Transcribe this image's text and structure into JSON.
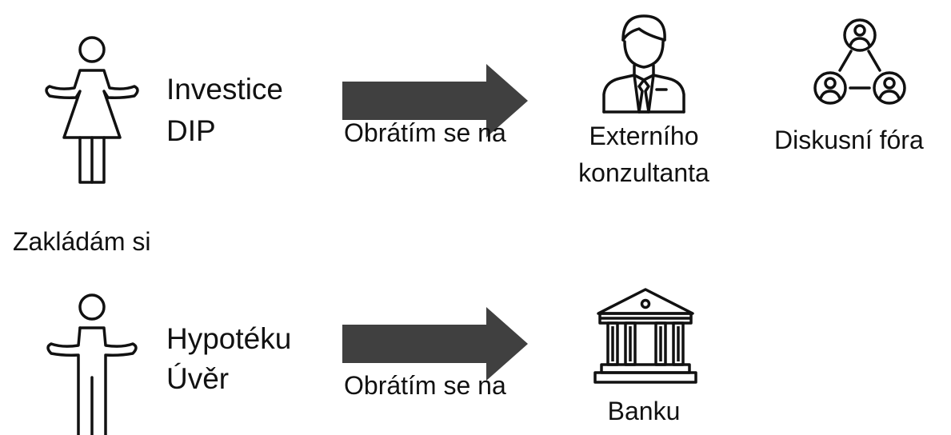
{
  "row1": {
    "topics": [
      "Investice",
      "DIP"
    ],
    "arrow_label": "Obrátím se na",
    "target1": [
      "Externího",
      "konzultanta"
    ],
    "target2": "Diskusní fóra"
  },
  "middle_label": "Zakládám si",
  "row2": {
    "topics": [
      "Hypotéku",
      "Úvěr"
    ],
    "arrow_label": "Obrátím se na",
    "target": "Banku"
  },
  "icons": {
    "row1_person": "woman-icon",
    "consultant": "businessman-icon",
    "forum": "community-icon",
    "row2_person": "man-icon",
    "bank": "bank-icon"
  },
  "colors": {
    "arrow": "#404040",
    "stroke": "#111111"
  }
}
